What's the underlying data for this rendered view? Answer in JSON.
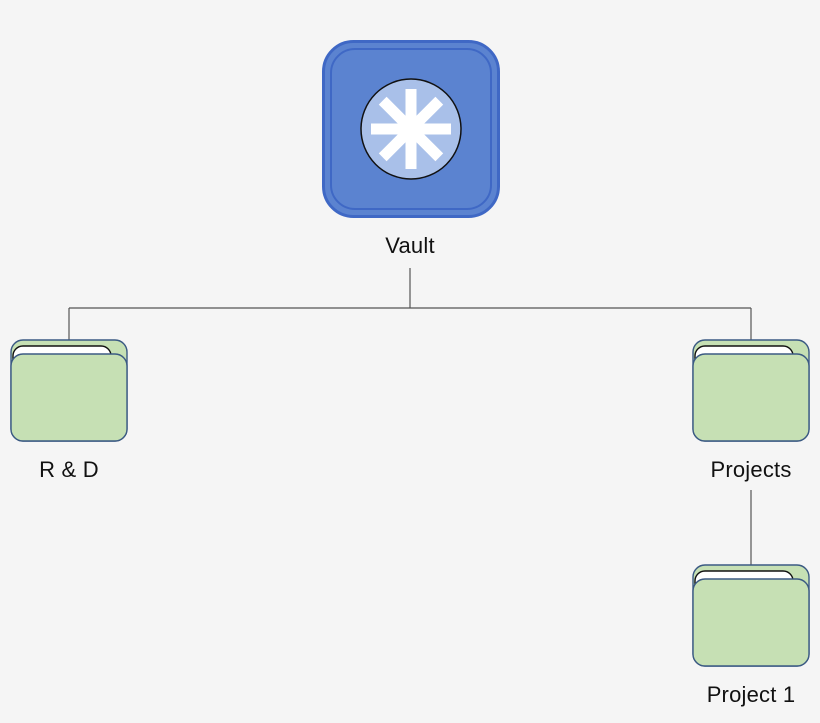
{
  "diagram": {
    "nodes": {
      "vault": {
        "label": "Vault",
        "icon": "vault-icon"
      },
      "rnd": {
        "label": "R & D",
        "icon": "folder-icon"
      },
      "projects": {
        "label": "Projects",
        "icon": "folder-icon"
      },
      "project1": {
        "label": "Project 1",
        "icon": "folder-icon"
      }
    },
    "edges": [
      {
        "from": "vault",
        "to": "rnd"
      },
      {
        "from": "vault",
        "to": "projects"
      },
      {
        "from": "projects",
        "to": "project1"
      }
    ]
  },
  "colors": {
    "background": "#f5f5f5",
    "vault_fill": "#5b83d0",
    "vault_border": "#3f68c5",
    "vault_inner_circle": "#a9c0e9",
    "folder_fill": "#c6e0b4",
    "folder_border": "#3b5a83",
    "connector": "#555555"
  }
}
